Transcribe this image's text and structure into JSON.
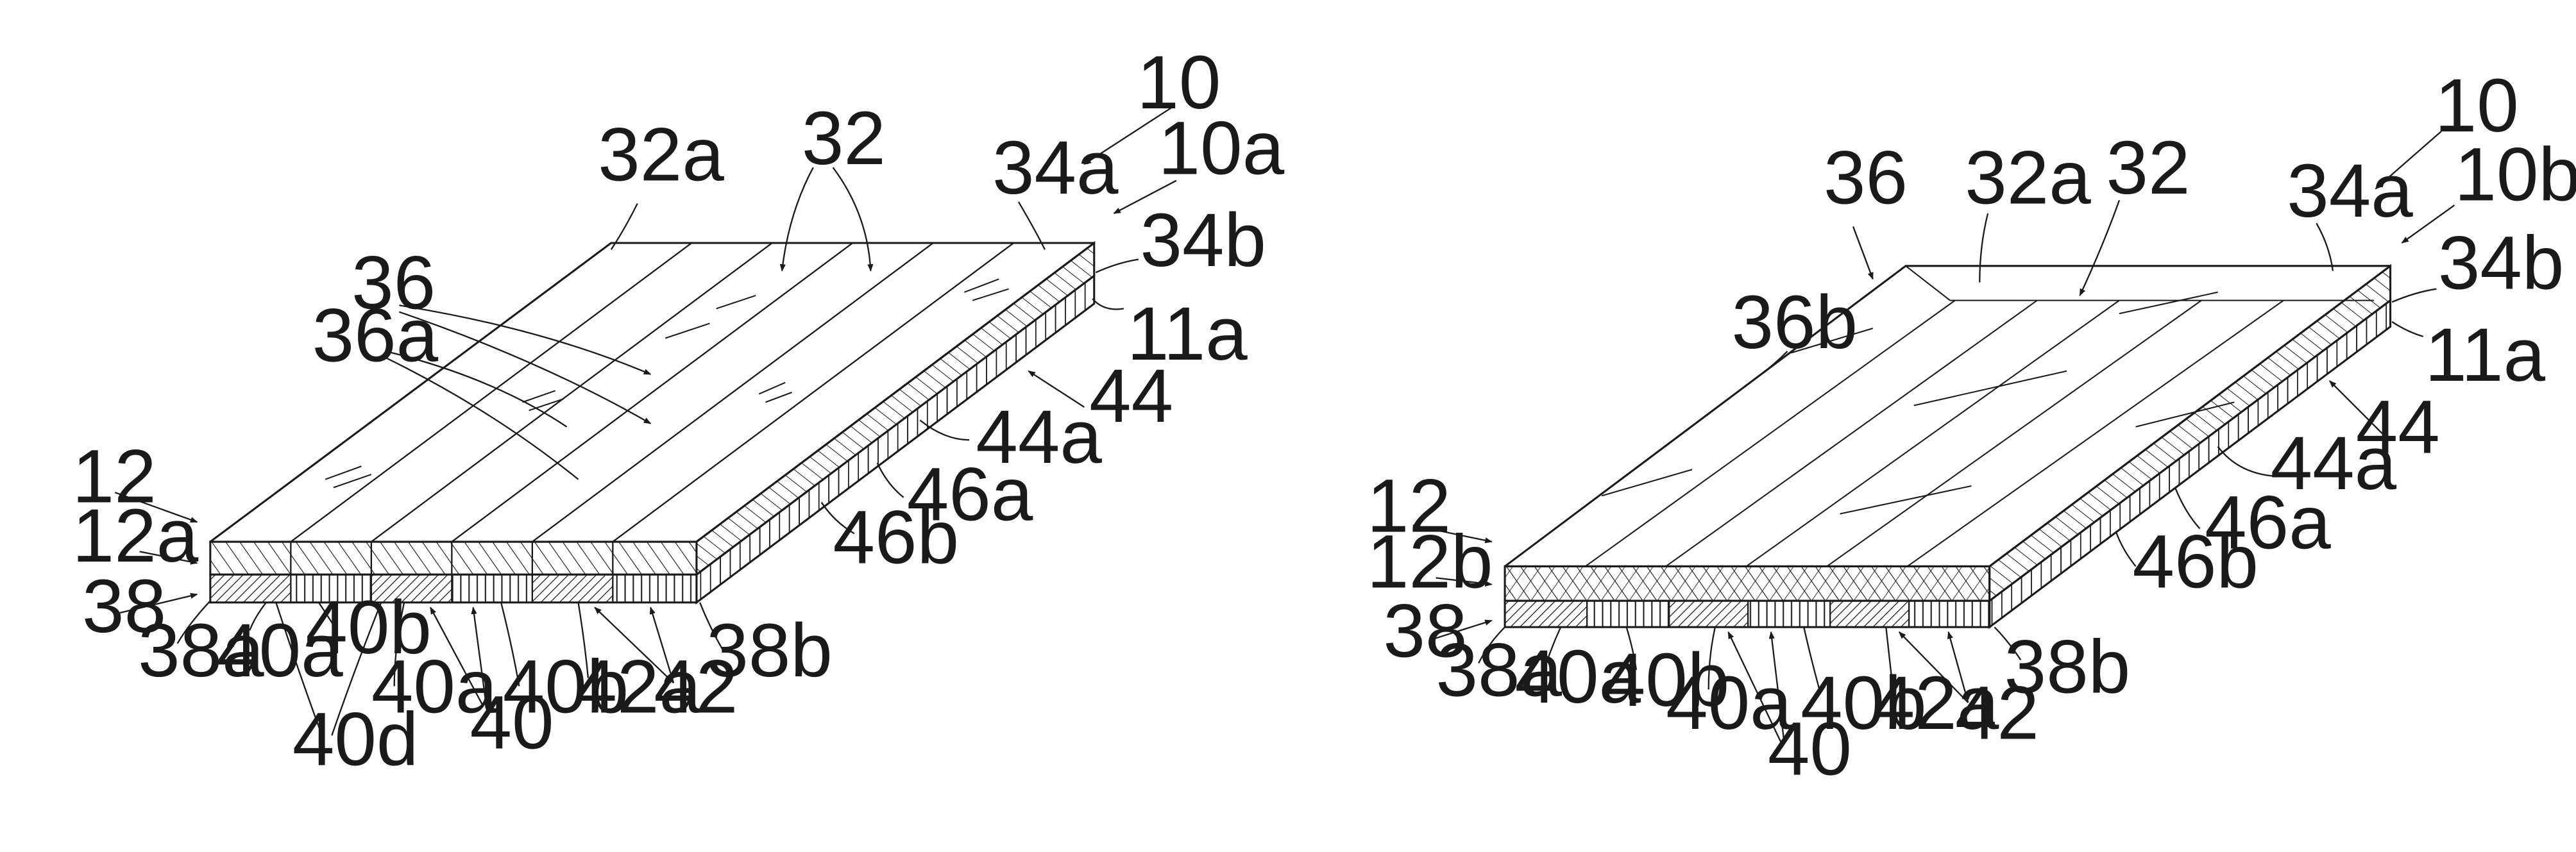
{
  "figure_a": {
    "labels": {
      "n10": "10",
      "n10a": "10a",
      "n32": "32",
      "n32a": "32a",
      "n34a": "34a",
      "n34b": "34b",
      "n36": "36",
      "n36a": "36a",
      "n11a": "11a",
      "n44": "44",
      "n44a": "44a",
      "n46a": "46a",
      "n46b": "46b",
      "n12": "12",
      "n12a": "12a",
      "n38": "38",
      "n38a": "38a",
      "n40a_1": "40a",
      "n40b_1": "40b",
      "n40d": "40d",
      "n40a_2": "40a",
      "n40": "40",
      "n40b_2": "40b",
      "n42a": "42a",
      "n42": "42",
      "n38b": "38b"
    }
  },
  "figure_b": {
    "labels": {
      "n10": "10",
      "n10b": "10b",
      "n36": "36",
      "n32a": "32a",
      "n32": "32",
      "n34a": "34a",
      "n34b": "34b",
      "n36b": "36b",
      "n11a": "11a",
      "n44": "44",
      "n44a": "44a",
      "n46a": "46a",
      "n46b": "46b",
      "n12": "12",
      "n12b": "12b",
      "n38": "38",
      "n38a": "38a",
      "n40a_1": "40a",
      "n40b_1": "40b",
      "n40a_2": "40a",
      "n40": "40",
      "n40b_2": "40b",
      "n42a": "42a",
      "n42": "42",
      "n38b": "38b"
    }
  }
}
